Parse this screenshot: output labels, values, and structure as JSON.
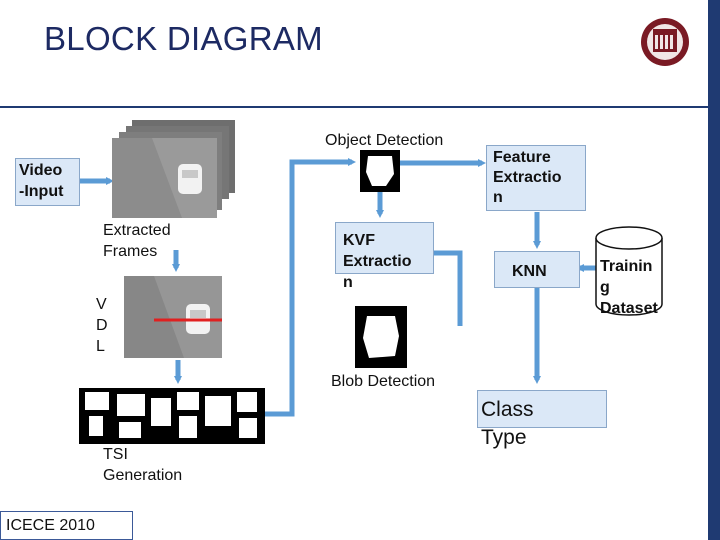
{
  "slide": {
    "title": "BLOCK DIAGRAM",
    "footer": "ICECE 2010"
  },
  "nodes": {
    "video_input": "Video\n-Input",
    "extracted_frames": "Extracted\nFrames",
    "vdl": "V\nD\nL",
    "tsi_generation": "TSI\nGeneration",
    "object_detection": "Object Detection",
    "kvf_extraction": "KVF\nExtractio\nn",
    "blob_detection": "Blob Detection",
    "feature_extraction": "Feature\nExtractio\nn",
    "knn": "KNN",
    "class_type": "Class\nType",
    "training_dataset": "Trainin\ng\nDataset"
  },
  "colors": {
    "arrow": "#5b9bd5",
    "box_fill": "#dbe8f7",
    "title": "#1d2a63",
    "accent_bar": "#1f3a72",
    "vdl_line": "#e02020"
  }
}
